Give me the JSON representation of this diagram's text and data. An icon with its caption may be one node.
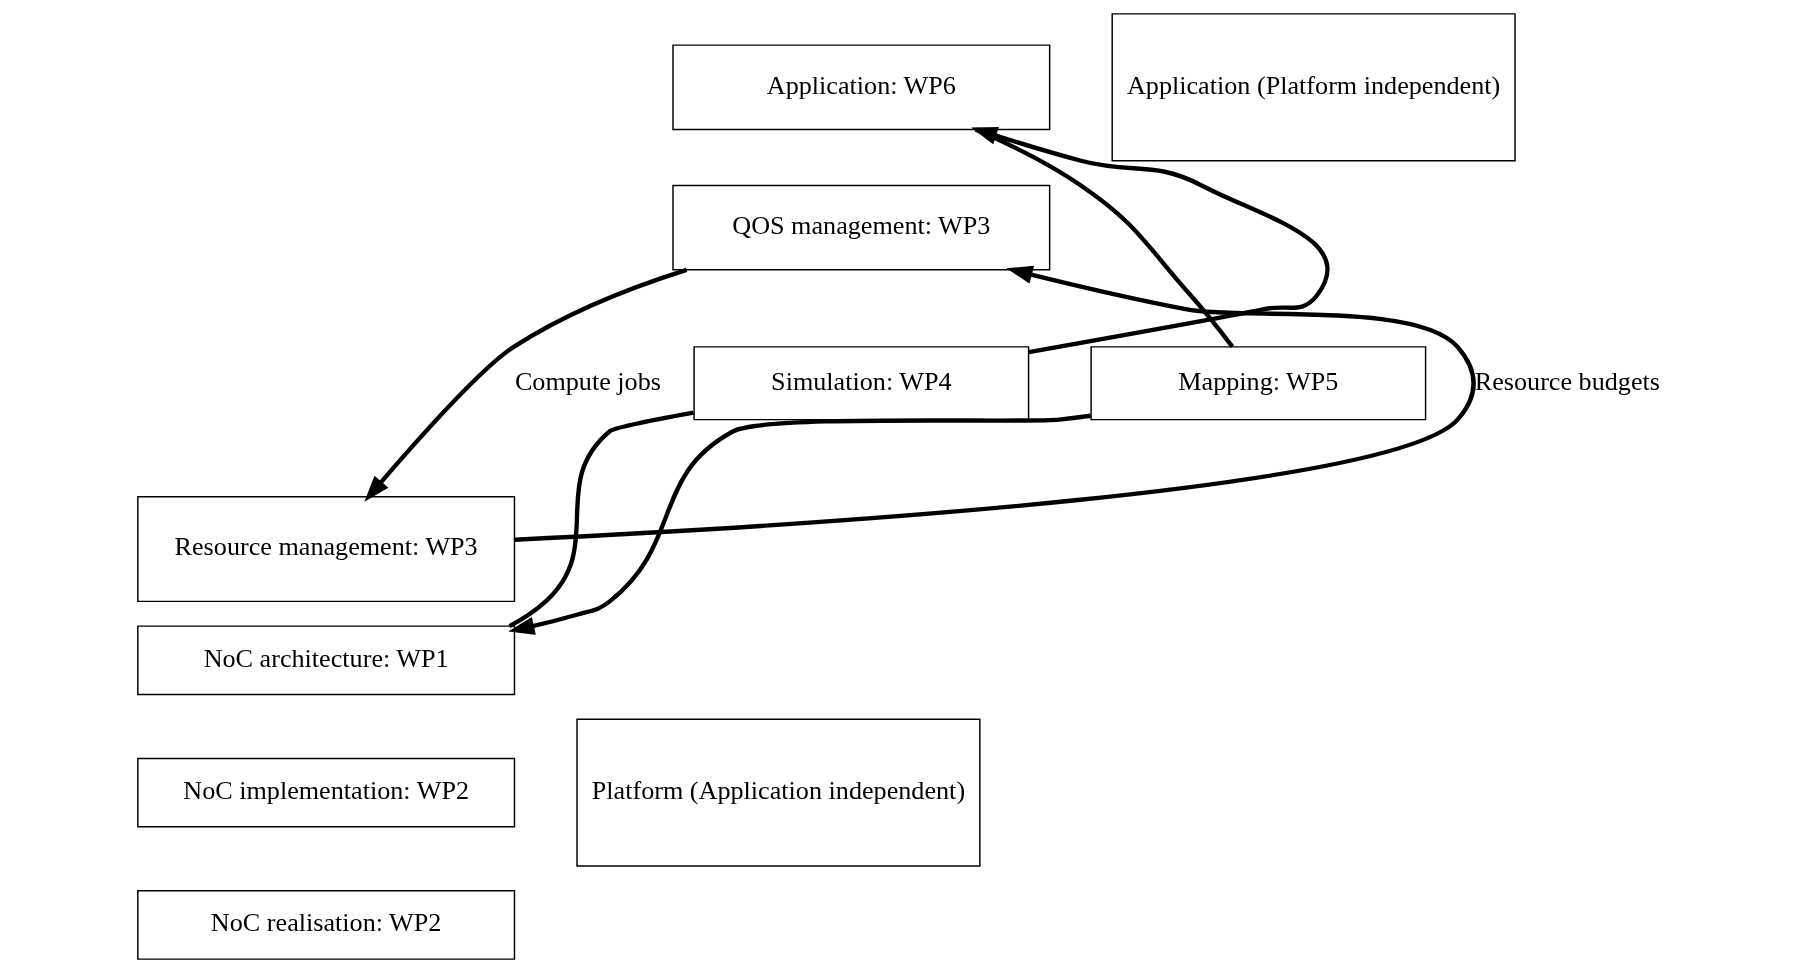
{
  "diagram": {
    "nodes": [
      {
        "text": [
          "Application: WP6"
        ]
      },
      {
        "text": [
          "QOS management: WP3"
        ]
      },
      {
        "text": [
          "Resource management: WP3"
        ]
      },
      {
        "text": [
          "NoC architecture: WP1"
        ]
      },
      {
        "text": [
          "NoC implementation: WP2"
        ]
      },
      {
        "text": [
          "NoC realisation: WP2"
        ]
      },
      {
        "text": [
          "Simulation: WP4"
        ]
      },
      {
        "text": [
          "Mapping: WP5"
        ]
      },
      {
        "text": [
          "Application (Platform independent)"
        ]
      },
      {
        "text": [
          "Platform (Application independent)"
        ]
      }
    ],
    "edges": [
      {
        "from": 3,
        "to": 6,
        "arrow": "none"
      },
      {
        "from": 6,
        "to": 0,
        "arrow": "to"
      },
      {
        "from": 0,
        "to": 7,
        "arrow": "none"
      },
      {
        "from": 7,
        "to": 3,
        "arrow": "to"
      },
      {
        "from": 1,
        "to": 2,
        "arrow": "to",
        "label": "Compute jobs"
      },
      {
        "from": 2,
        "to": 1,
        "arrow": "to",
        "label": "Resource budgets"
      }
    ]
  }
}
